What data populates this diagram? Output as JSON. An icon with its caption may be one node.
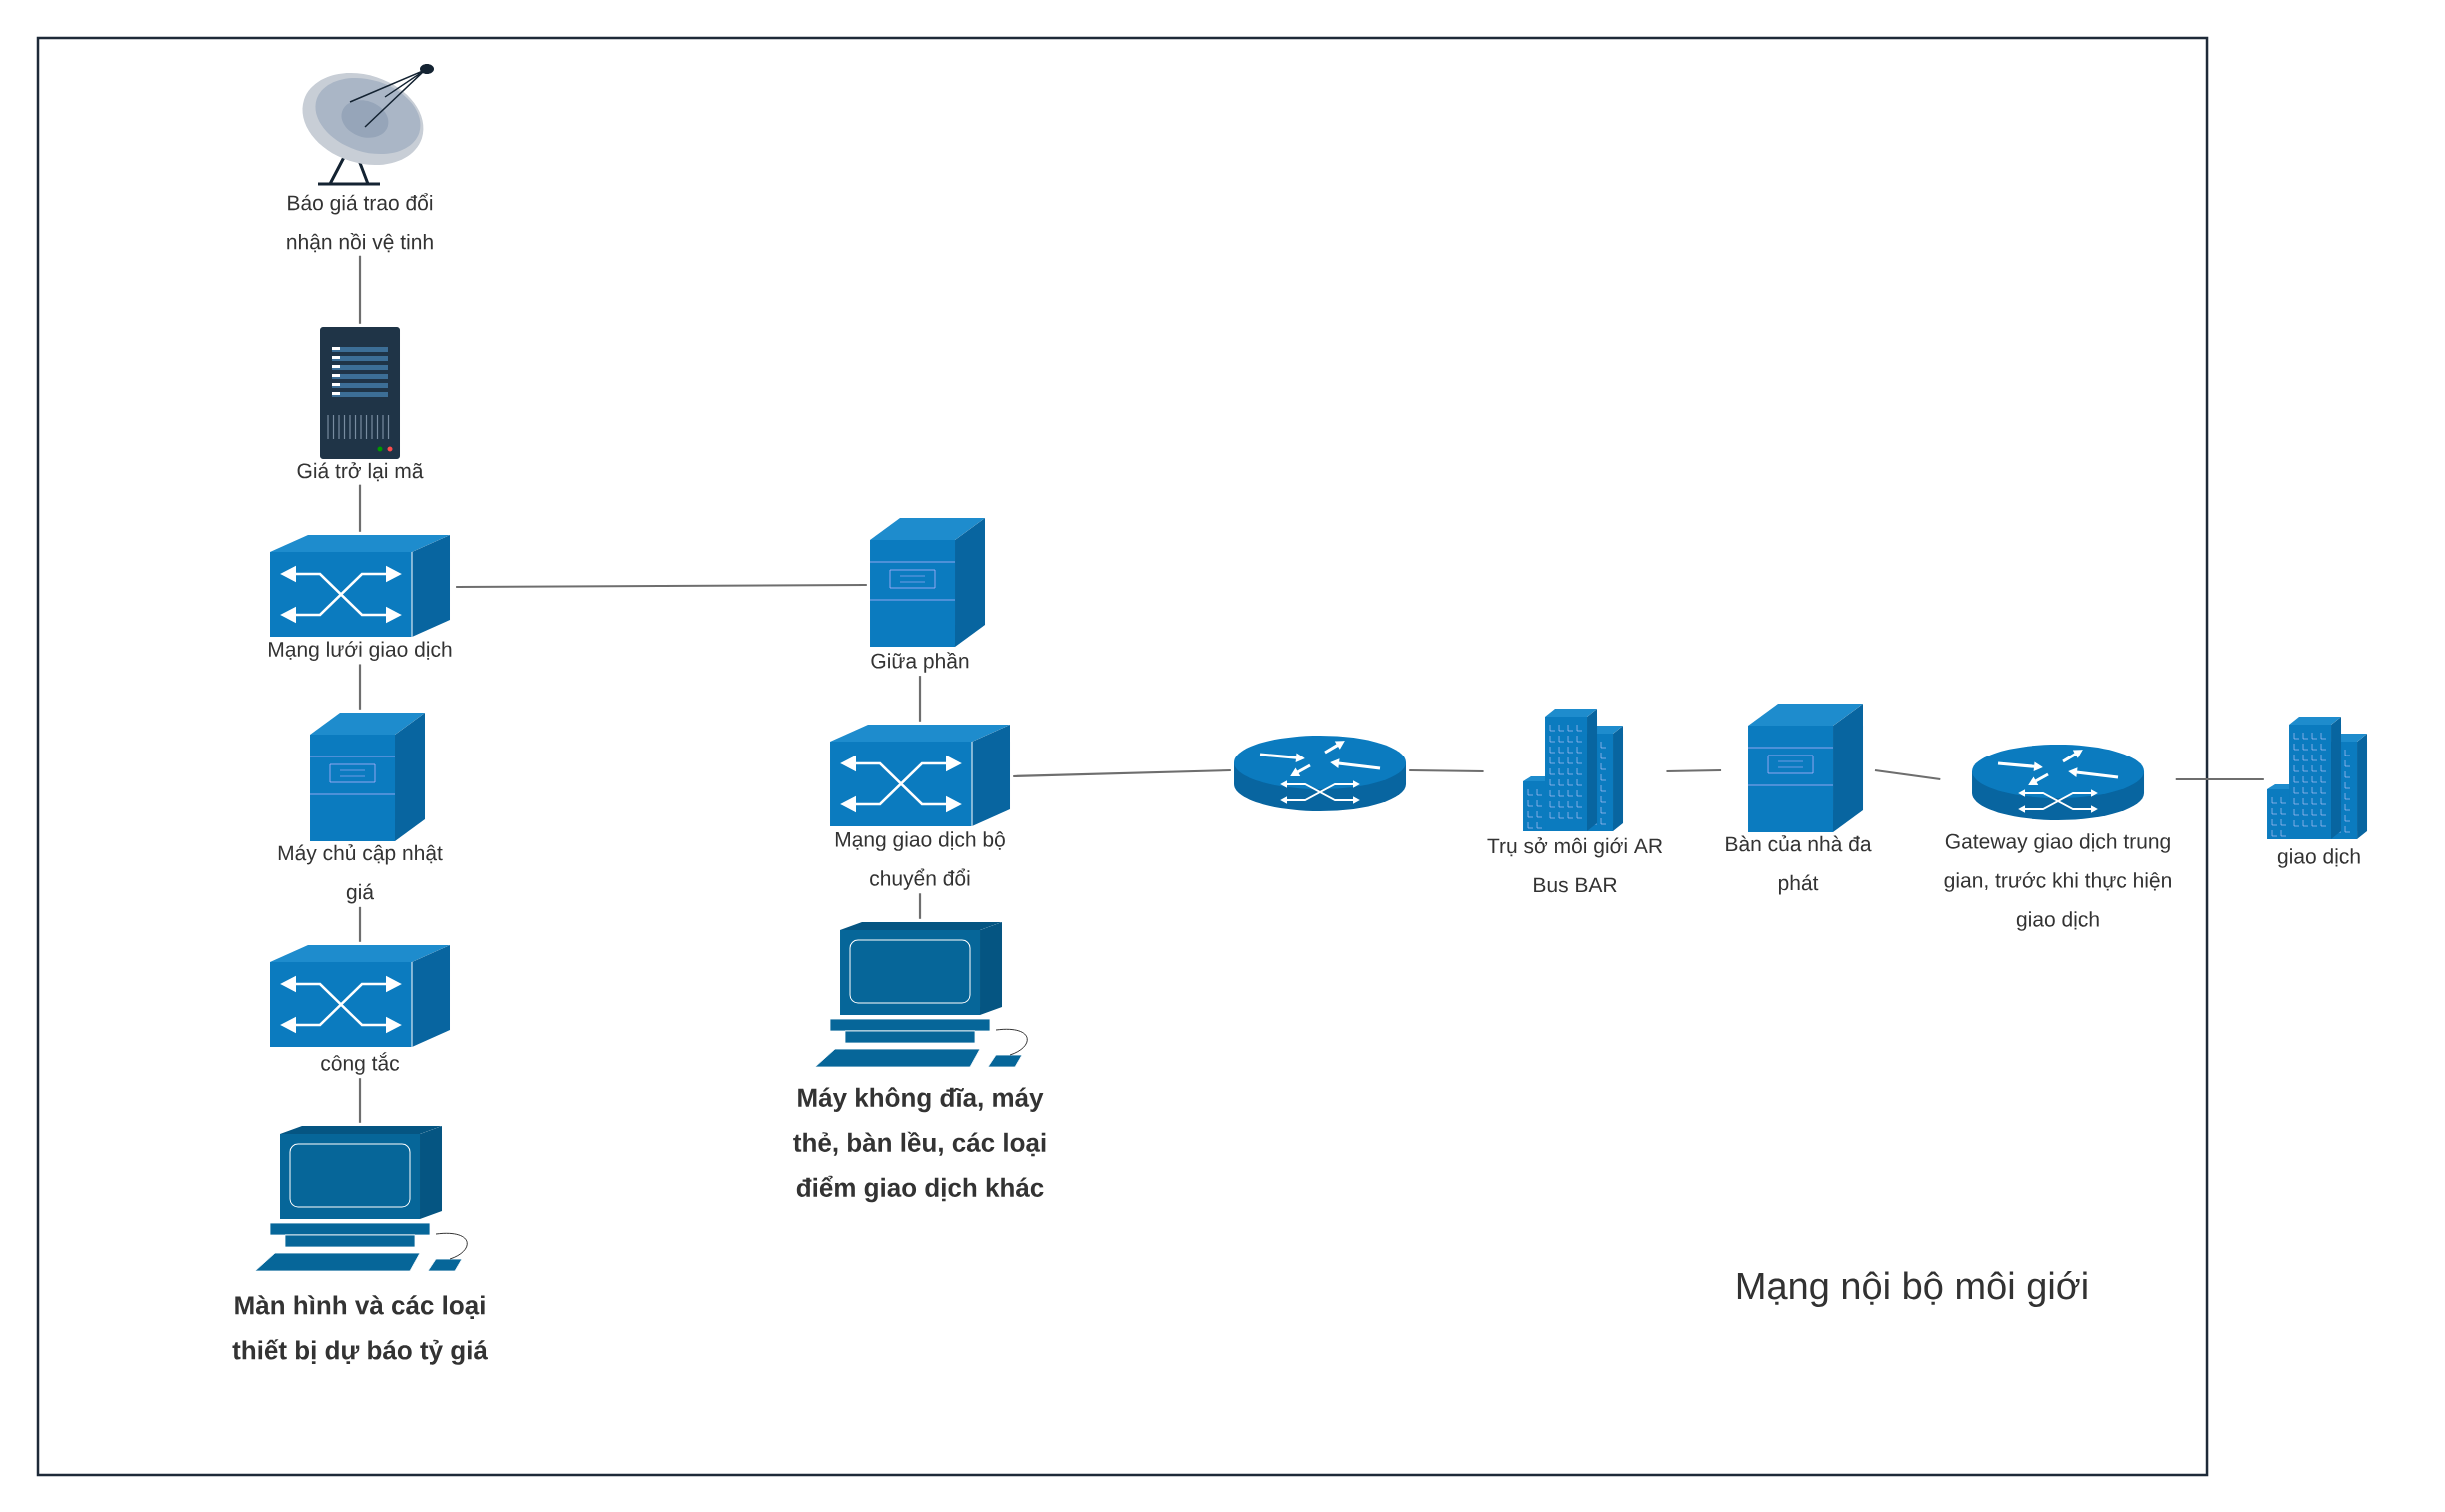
{
  "diagram": {
    "nodes": [
      {
        "text": [
          "Mạng nội bộ môi giới"
        ]
      },
      {
        "text": [
          "Báo giá trao đổi nhận nồi vệ tinh"
        ],
        "in": 0
      },
      {
        "text": [
          "Giá trở lại mã"
        ],
        "in": 0
      },
      {
        "text": [
          "Mạng lưới giao dịch"
        ],
        "in": 0
      },
      {
        "text": [
          "Máy chủ cập nhật giá"
        ],
        "in": 0
      },
      {
        "text": [
          "công tắc"
        ],
        "in": 0
      },
      {
        "text": [
          "Màn hình và các loại thiết bị dự báo tỷ giá"
        ],
        "in": 0
      },
      {
        "text": [
          "Giữa phần"
        ],
        "in": 0
      },
      {
        "text": [
          "Mạng giao dịch bộ chuyển đổi"
        ],
        "in": 0
      },
      {
        "text": [
          "Máy không đĩa, máy thẻ, bàn lều, các loại điểm giao dịch khác"
        ],
        "in": 0
      },
      {
        "text": [],
        "shape": "picture",
        "in": 0
      },
      {
        "text": [
          "Trụ sở môi giới AR Bus BAR"
        ],
        "in": 0
      },
      {
        "text": [
          "Bàn của nhà đa phát"
        ],
        "in": 0
      },
      {
        "text": [
          "Gateway giao dịch trung gian, trước khi thực hiện giao dịch"
        ],
        "in": 0
      },
      {
        "text": [
          "giao dịch"
        ]
      }
    ],
    "edges": [
      {
        "from": 1,
        "to": 2,
        "arrow": "none"
      },
      {
        "from": 2,
        "to": 3,
        "arrow": "none"
      },
      {
        "from": 3,
        "to": 4,
        "arrow": "none"
      },
      {
        "from": 4,
        "to": 5,
        "arrow": "none"
      },
      {
        "from": 5,
        "to": 6,
        "arrow": "none"
      },
      {
        "from": 3,
        "to": 7,
        "arrow": "none"
      },
      {
        "from": 7,
        "to": 8,
        "arrow": "none"
      },
      {
        "from": 8,
        "to": 9,
        "arrow": "none"
      },
      {
        "from": 8,
        "to": 10,
        "arrow": "none"
      },
      {
        "from": 10,
        "to": 11,
        "arrow": "none"
      },
      {
        "from": 11,
        "to": 12,
        "arrow": "none"
      },
      {
        "from": 12,
        "to": 13,
        "arrow": "none"
      },
      {
        "from": 13,
        "to": 14,
        "arrow": "none"
      }
    ]
  }
}
